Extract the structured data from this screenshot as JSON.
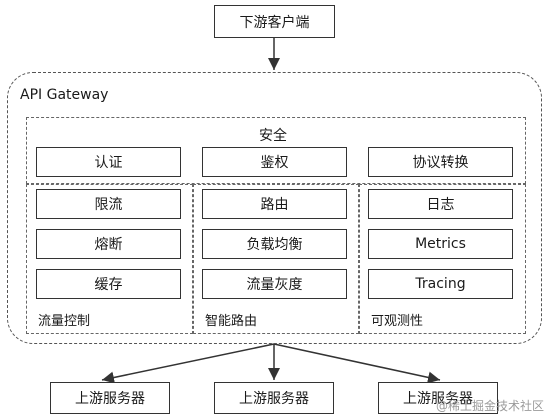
{
  "client": "下游客户端",
  "gateway": {
    "title": "API Gateway",
    "security": {
      "title": "安全",
      "items": [
        "认证",
        "鉴权",
        "协议转换"
      ]
    },
    "groups": [
      {
        "title": "流量控制",
        "items": [
          "限流",
          "熔断",
          "缓存"
        ]
      },
      {
        "title": "智能路由",
        "items": [
          "路由",
          "负载均衡",
          "流量灰度"
        ]
      },
      {
        "title": "可观测性",
        "items": [
          "日志",
          "Metrics",
          "Tracing"
        ]
      }
    ]
  },
  "upstream": [
    "上游服务器",
    "上游服务器",
    "上游服务器"
  ],
  "watermark": "@稀土掘金技术社区",
  "colors": {
    "stroke": "#333333",
    "dash": "#555555",
    "background": "#ffffff"
  }
}
